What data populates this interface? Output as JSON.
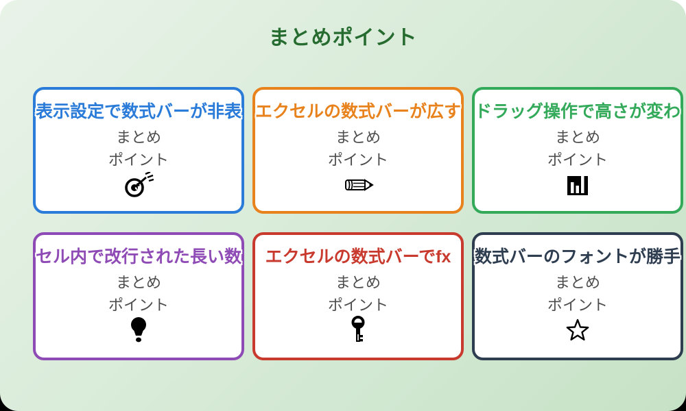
{
  "page": {
    "title": "まとめポイント",
    "title_color": "#266B2F",
    "background": {
      "top_left": "#E9F3E9",
      "bottom_right": "#C6E2C6"
    },
    "body_text_color": "#4D4D4D"
  },
  "cards": [
    {
      "title": "表示設定で数式バーが非表",
      "color": "#2B7CD9",
      "body": [
        "まとめ",
        "ポイント"
      ],
      "icon": "target-dart-icon"
    },
    {
      "title": "エクセルの数式バーが広す",
      "color": "#E8821D",
      "body": [
        "まとめ",
        "ポイント"
      ],
      "icon": "pencil-icon"
    },
    {
      "title": "ドラッグ操作で高さが変わ",
      "color": "#33A95A",
      "body": [
        "まとめ",
        "ポイント"
      ],
      "icon": "bar-chart-icon"
    },
    {
      "title": "セル内で改行された長い数",
      "color": "#8F4BB5",
      "body": [
        "まとめ",
        "ポイント"
      ],
      "icon": "lightbulb-icon"
    },
    {
      "title": "エクセルの数式バーでfx",
      "color": "#C93A2E",
      "body": [
        "まとめ",
        "ポイント"
      ],
      "icon": "key-icon"
    },
    {
      "title": "数式バーのフォントが勝手",
      "color": "#2E3D50",
      "body": [
        "まとめ",
        "ポイント"
      ],
      "icon": "star-icon"
    }
  ]
}
